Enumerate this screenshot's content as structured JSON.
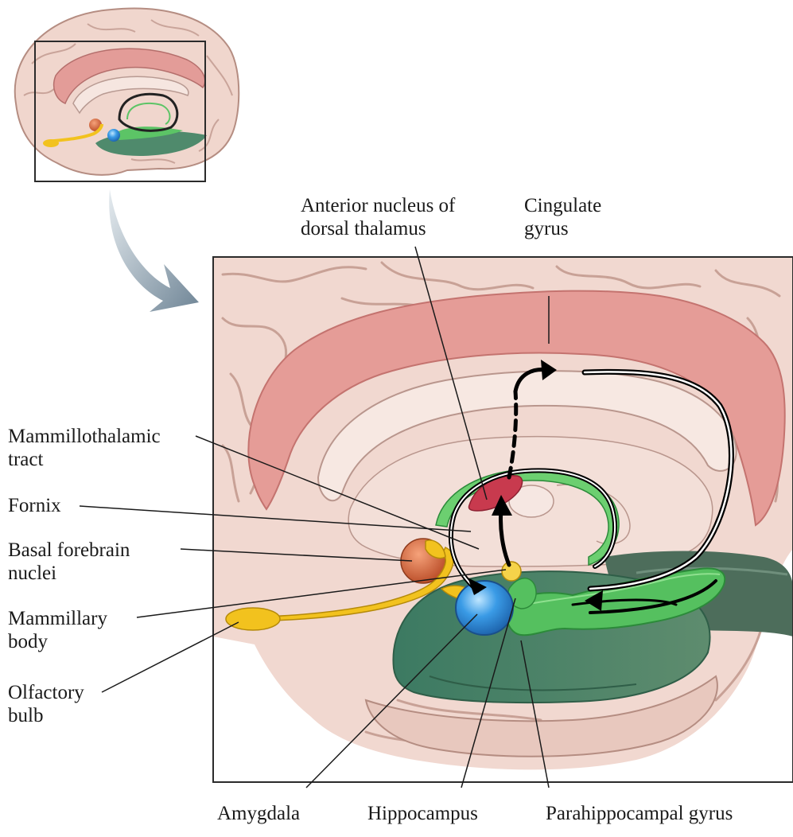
{
  "labels": {
    "anterior_nucleus": [
      "Anterior nucleus of",
      "dorsal thalamus"
    ],
    "cingulate_gyrus": [
      "Cingulate",
      "gyrus"
    ],
    "mammillothalamic_tract": [
      "Mammillothalamic",
      "tract"
    ],
    "fornix": [
      "Fornix"
    ],
    "basal_forebrain": [
      "Basal forebrain",
      "nuclei"
    ],
    "mammillary_body": [
      "Mammillary",
      "body"
    ],
    "olfactory_bulb": [
      "Olfactory",
      "bulb"
    ],
    "amygdala": [
      "Amygdala"
    ],
    "hippocampus": [
      "Hippocampus"
    ],
    "parahippocampal_gyrus": [
      "Parahippocampal gyrus"
    ]
  },
  "colors": {
    "cortex": "#f1d8d0",
    "cingulate": "#e59c97",
    "hippocampus_green": "#55c05f",
    "parahippocampal_dark": "#3f7a5e",
    "amygdala_blue": "#2e8fdc",
    "olfactory_yellow": "#f2c21e",
    "basal_forebrain_orange": "#d7653a",
    "anterior_nucleus_red": "#c83a4e",
    "arrow_gray": "#8fa2b0"
  }
}
